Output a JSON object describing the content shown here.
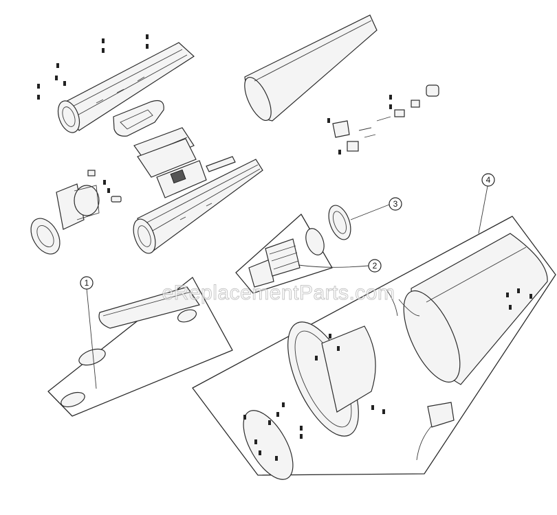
{
  "diagram": {
    "watermark": "eReplacementParts.com",
    "callouts": [
      {
        "id": "1",
        "label": "1"
      },
      {
        "id": "2",
        "label": "2"
      },
      {
        "id": "3",
        "label": "3"
      },
      {
        "id": "4",
        "label": "4"
      }
    ],
    "colors": {
      "line": "#2a2a2a",
      "fill": "#f4f4f4",
      "background": "#ffffff"
    }
  }
}
